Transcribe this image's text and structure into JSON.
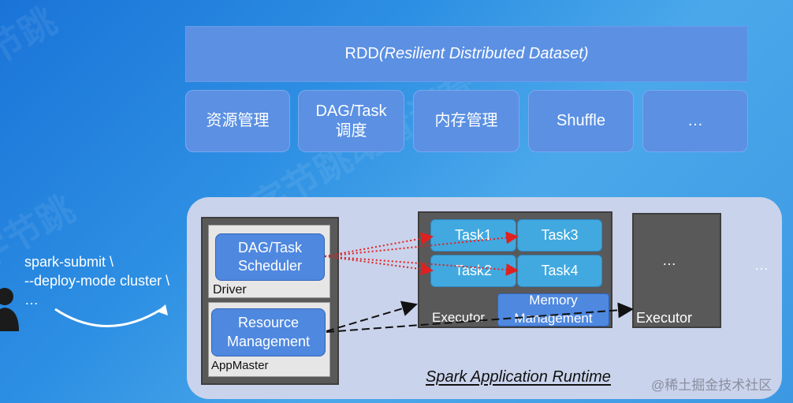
{
  "rdd": {
    "label": "RDD",
    "label_italic": "(Resilient Distributed Dataset)"
  },
  "modules": [
    {
      "label": "资源管理"
    },
    {
      "label": "DAG/Task\n调度"
    },
    {
      "label": "内存管理"
    },
    {
      "label": "Shuffle"
    },
    {
      "label": "…"
    }
  ],
  "command": {
    "line1": "spark-submit \\",
    "line2": "--deploy-mode cluster \\",
    "line3": "…"
  },
  "driver": {
    "scheduler_label": "DAG/Task\nScheduler",
    "label": "Driver"
  },
  "appmaster": {
    "resource_label": "Resource\nManagement",
    "label": "AppMaster"
  },
  "executor1": {
    "tasks": [
      "Task1",
      "Task3",
      "Task2",
      "Task4"
    ],
    "memory_label": "Memory\nManagement",
    "label": "Executor"
  },
  "executor2": {
    "ellipsis": "…",
    "label": "Executor"
  },
  "runtime": {
    "title": "Spark Application Runtime",
    "more": "…"
  },
  "watermark": {
    "text": "@稀土掘金技术社区"
  },
  "colors": {
    "module_fill": "#5b90e3",
    "task_fill": "#41a9df",
    "runtime_fill": "#c9d3eb",
    "arrow_red": "#e02020"
  }
}
